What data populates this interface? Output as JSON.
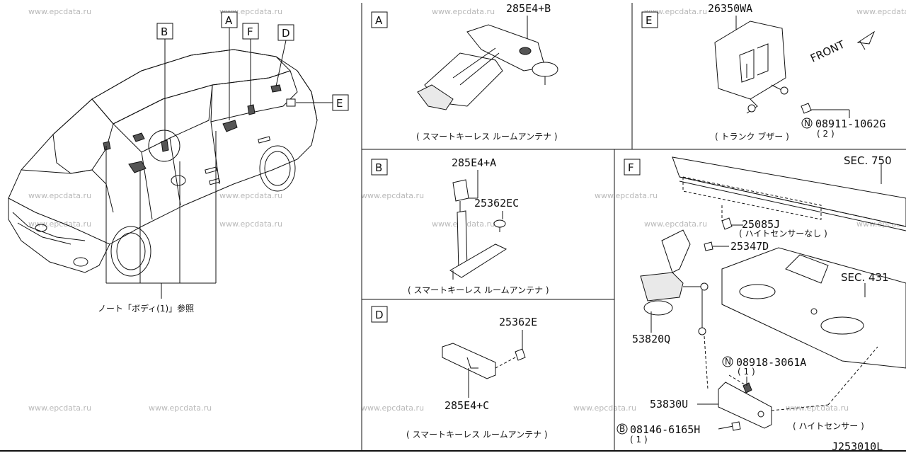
{
  "watermark": "www.epcdata.ru",
  "diagram_code": "J253010L",
  "overview": {
    "callouts": [
      "A",
      "B",
      "D",
      "E",
      "F"
    ],
    "reference_note": "ノート「ボディ(1)」参照"
  },
  "panels": {
    "A": {
      "label": "A",
      "part": "285E4+B",
      "caption": "( スマートキーレス ルームアンテナ )"
    },
    "B": {
      "label": "B",
      "parts": [
        "285E4+A",
        "25362EC"
      ],
      "caption": "( スマートキーレス ルームアンテナ )"
    },
    "D": {
      "label": "D",
      "parts": [
        "25362E",
        "285E4+C"
      ],
      "caption": "( スマートキーレス ルームアンテナ )"
    },
    "E": {
      "label": "E",
      "part": "26350WA",
      "front": "FRONT",
      "bolt": {
        "prefix": "N",
        "code": "08911-1062G",
        "qty": "( 2 )"
      },
      "caption": "( トランク ブザー )"
    },
    "F": {
      "label": "F",
      "sec_750": "SEC. 750",
      "sec_431": "SEC. 431",
      "p25085j": "25085J",
      "p25085j_note": "( ハイトセンサーなし )",
      "p25347d": "25347D",
      "p53820q": "53820Q",
      "p53830u": "53830U",
      "nut": {
        "prefix": "N",
        "code": "08918-3061A",
        "qty": "( 1 )"
      },
      "bolt": {
        "prefix": "B",
        "code": "08146-6165H",
        "qty": "( 1 )"
      },
      "caption": "( ハイトセンサー )"
    }
  }
}
